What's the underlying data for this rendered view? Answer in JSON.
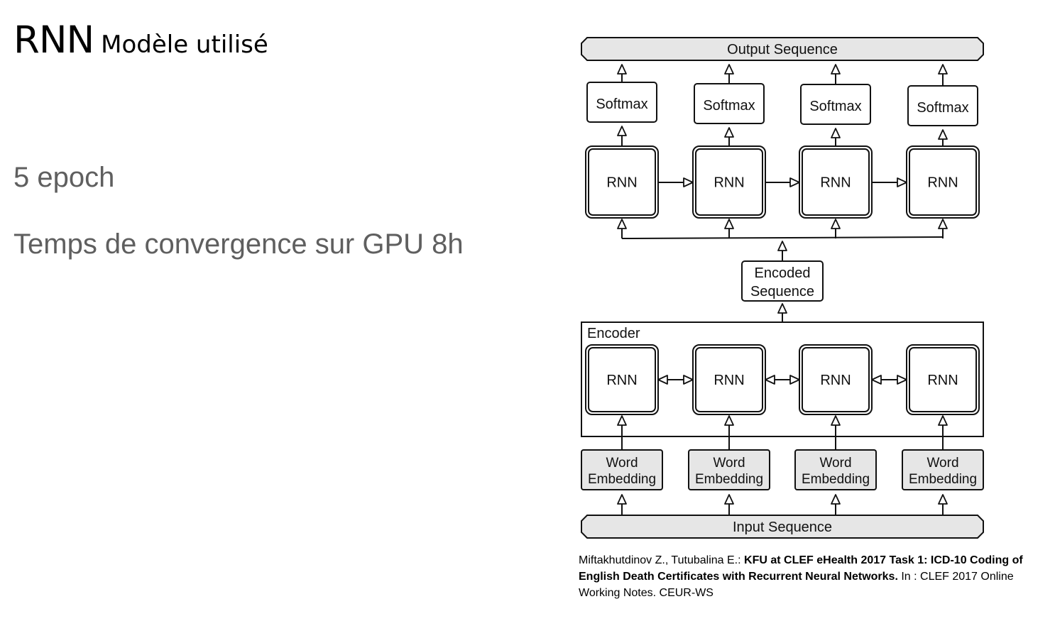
{
  "slide": {
    "title_main": "RNN",
    "title_sub": "Modèle utilisé",
    "bullet_epochs": "5 epoch",
    "bullet_time": "Temps de convergence sur GPU 8h"
  },
  "diagram": {
    "output_label": "Output Sequence",
    "softmax_labels": [
      "Softmax",
      "Softmax",
      "Softmax",
      "Softmax"
    ],
    "decoder_rnn_labels": [
      "RNN",
      "RNN",
      "RNN",
      "RNN"
    ],
    "encoded_label_line1": "Encoded",
    "encoded_label_line2": "Sequence",
    "encoder_label": "Encoder",
    "encoder_rnn_labels": [
      "RNN",
      "RNN",
      "RNN",
      "RNN"
    ],
    "embedding_line1": [
      "Word",
      "Word",
      "Word",
      "Word"
    ],
    "embedding_line2": [
      "Embedding",
      "Embedding",
      "Embedding",
      "Embedding"
    ],
    "input_label": "Input Sequence"
  },
  "citation": {
    "authors": "Miftakhutdinov Z., Tutubalina E.: ",
    "title": "KFU at CLEF eHealth 2017 Task 1: ICD-10 Coding of English Death Certificates with Recurrent Neural Networks.",
    "venue": " In : CLEF 2017 Online Working Notes. CEUR-WS"
  }
}
